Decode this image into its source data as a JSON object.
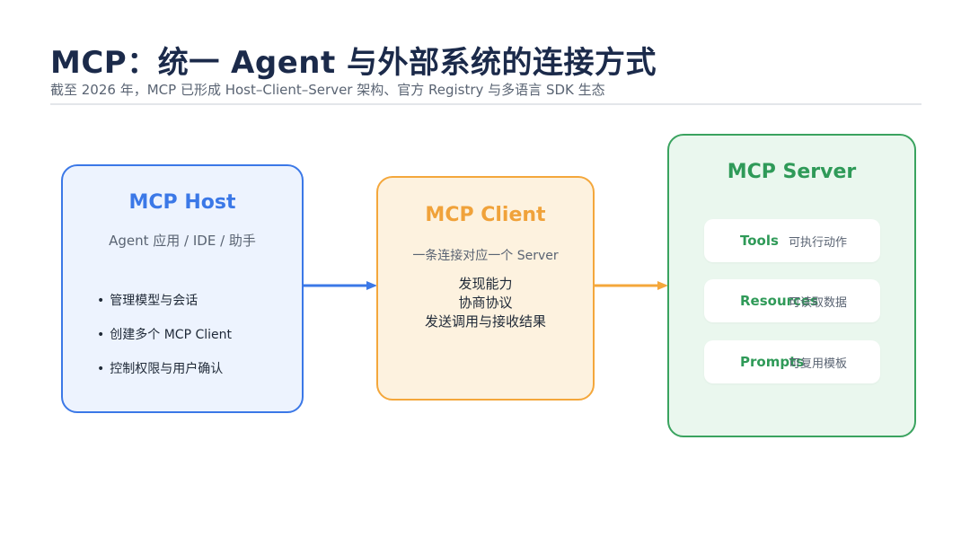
{
  "header": {
    "title": "MCP：统一 Agent 与外部系统的连接方式",
    "subtitle": "截至 2026 年，MCP 已形成 Host–Client–Server 架构、官方 Registry 与多语言 SDK 生态"
  },
  "host": {
    "title": "MCP Host",
    "subtitle": "Agent 应用 / IDE / 助手",
    "items": [
      "管理模型与会话",
      "创建多个 MCP Client",
      "控制权限与用户确认"
    ]
  },
  "client": {
    "title": "MCP Client",
    "subtitle": "一条连接对应一个 Server",
    "lines": [
      "发现能力",
      "协商协议",
      "发送调用与接收结果"
    ]
  },
  "server": {
    "title": "MCP Server",
    "capabilities": [
      {
        "name": "Tools",
        "desc": "可执行动作"
      },
      {
        "name": "Resources",
        "desc": "可读取数据"
      },
      {
        "name": "Prompts",
        "desc": "可复用模板"
      }
    ]
  },
  "colors": {
    "host": "#3b78e7",
    "client": "#f4a73b",
    "server": "#3aa35f",
    "arrow_host_client": "#3b78e7",
    "arrow_client_server": "#f4a73b"
  }
}
